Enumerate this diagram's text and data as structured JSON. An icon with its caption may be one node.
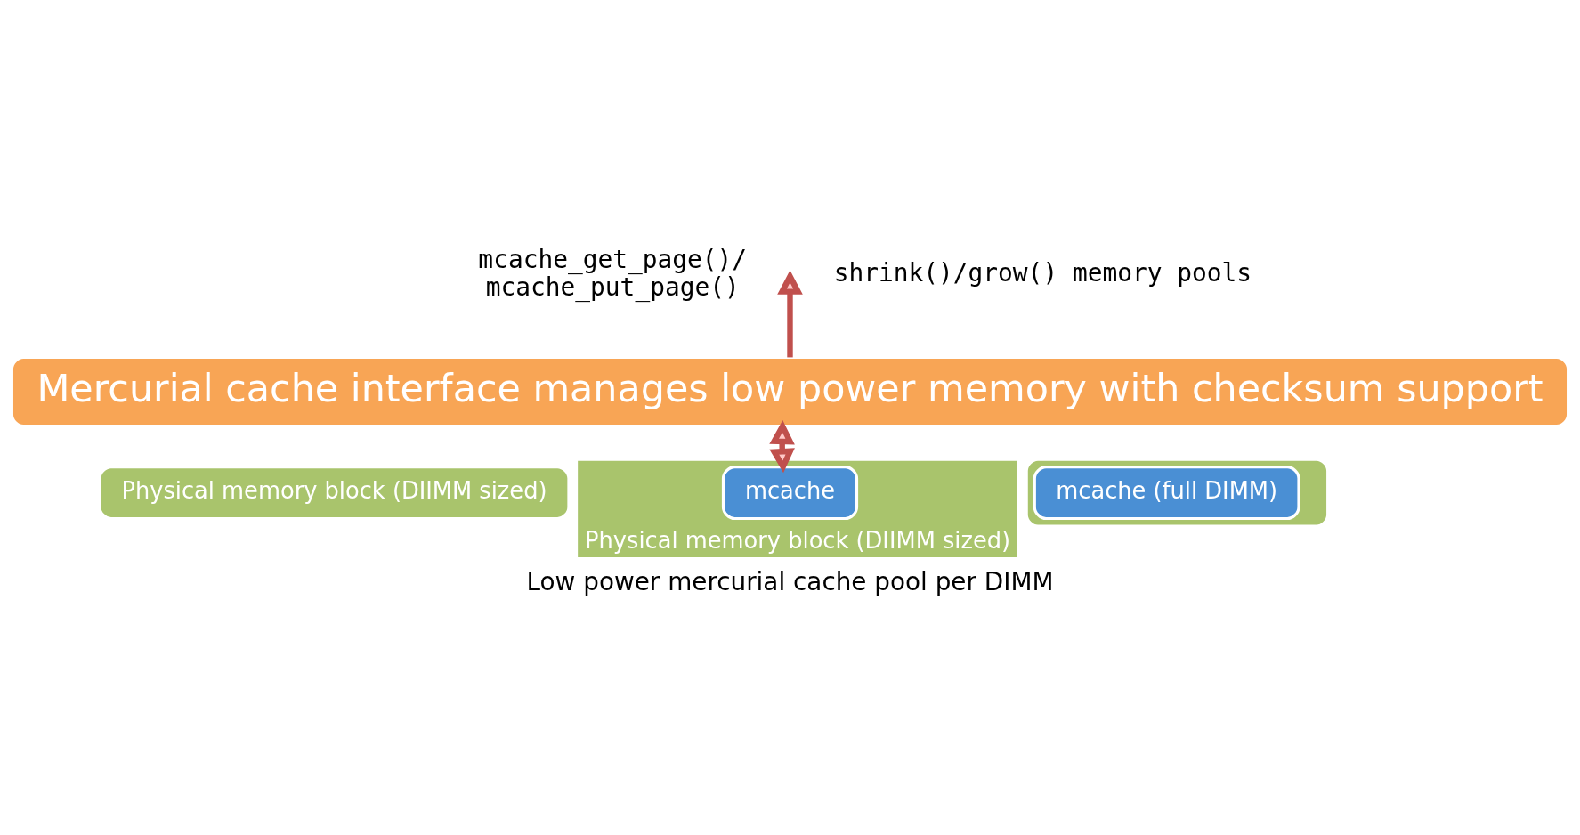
{
  "diagram": {
    "caption": "Low power mercurial cache pool per DIMM",
    "nodes": [
      {
        "text": [
          "Mercurial cache interface manages low power memory with checksum support"
        ]
      },
      {
        "text": [
          "Physical memory block (DIIMM sized)"
        ]
      },
      {
        "text": [
          "Physical memory block (DIIMM sized)"
        ]
      },
      {
        "text": [
          "mcache"
        ],
        "in": 2
      },
      {
        "text": [],
        "shape": "box"
      },
      {
        "text": [
          "mcache (full DIMM)"
        ],
        "in": 4
      }
    ],
    "edges": [
      {
        "from": 0,
        "to": null,
        "arrow": "to"
      },
      {
        "from": 0,
        "to": 3,
        "arrow": "both"
      }
    ],
    "labels": [
      "mcache_get_page()/ mcache_put_page()",
      "shrink()/grow() memory pools"
    ]
  }
}
